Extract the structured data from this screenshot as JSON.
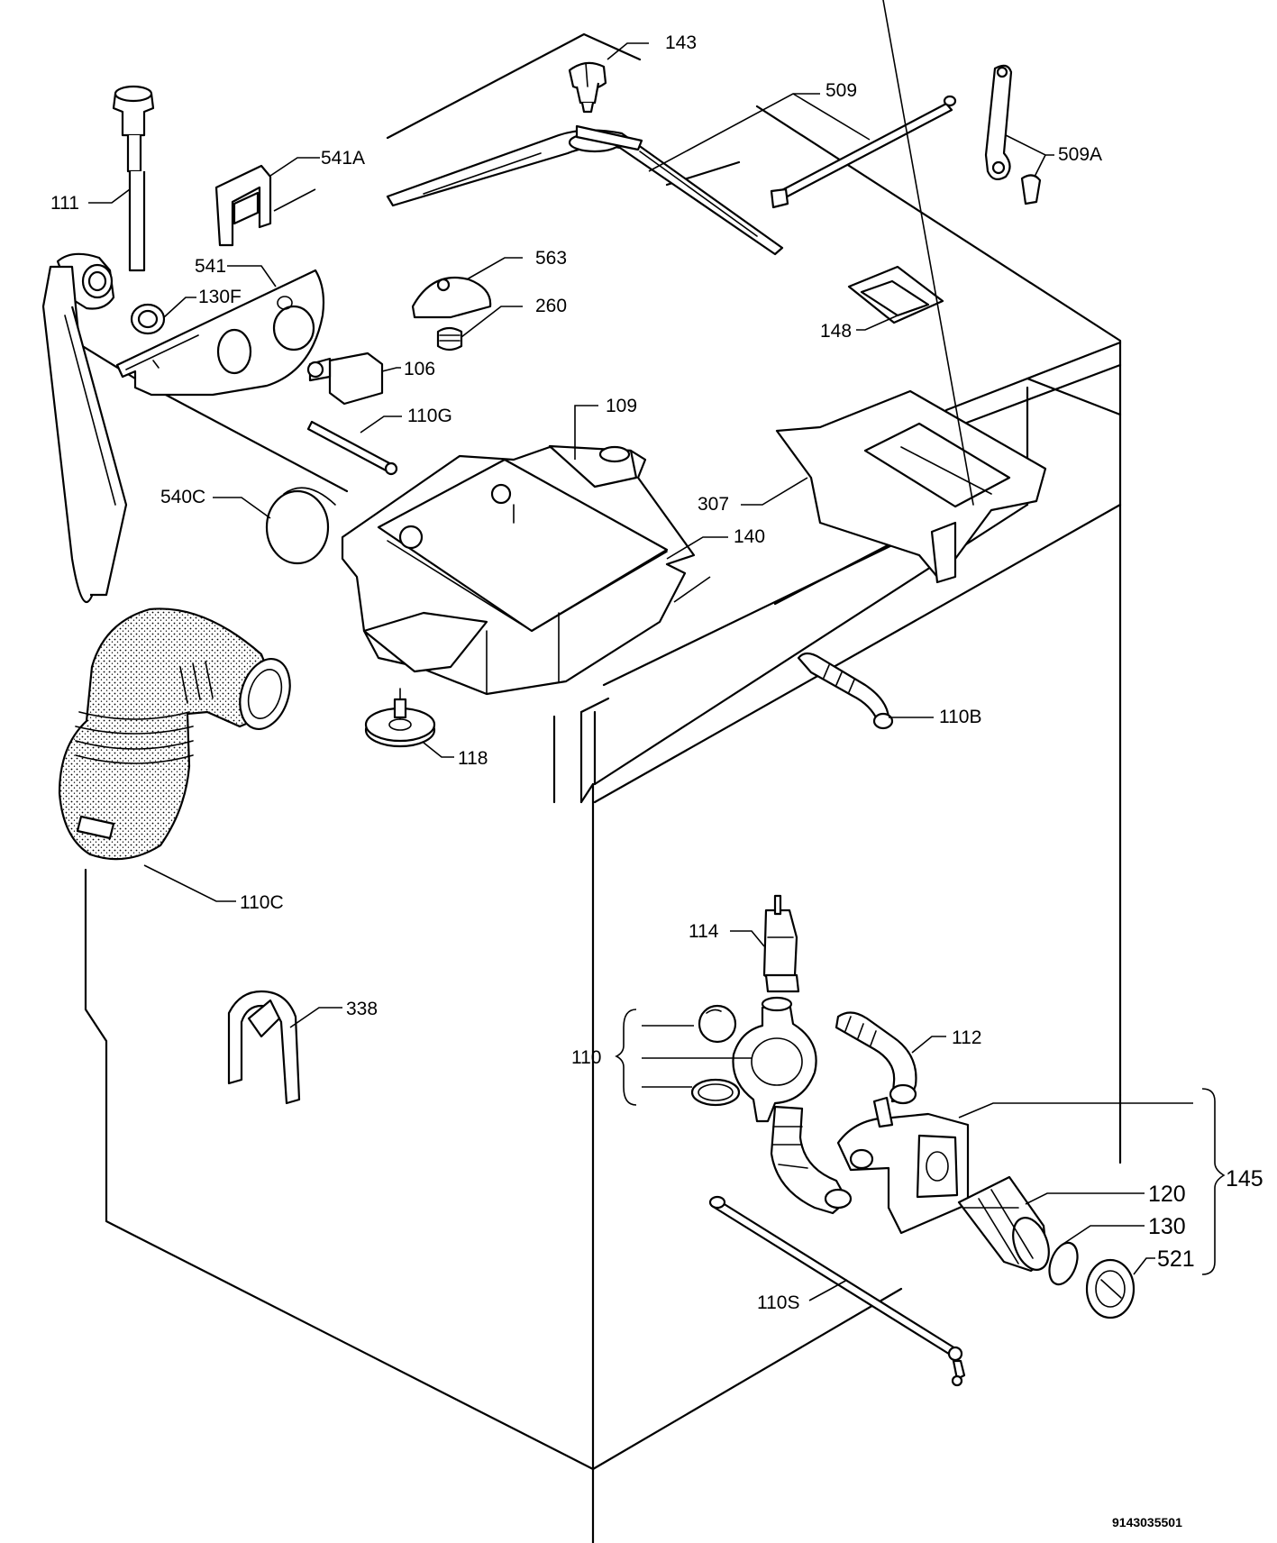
{
  "diagram": {
    "labels": {
      "l143": "143",
      "l509": "509",
      "l509a": "509A",
      "l111": "111",
      "l541a": "541A",
      "l541": "541",
      "l130f": "130F",
      "l563": "563",
      "l260": "260",
      "l148": "148",
      "l106": "106",
      "l110g": "110G",
      "l109": "109",
      "l540c": "540C",
      "l307": "307",
      "l140": "140",
      "l110b": "110B",
      "l118": "118",
      "l110c": "110C",
      "l114": "114",
      "l338": "338",
      "l110": "110",
      "l112": "112",
      "l145": "145",
      "l120": "120",
      "l130": "130",
      "l521": "521",
      "l110s": "110S"
    },
    "doc_number": "9143035501"
  }
}
